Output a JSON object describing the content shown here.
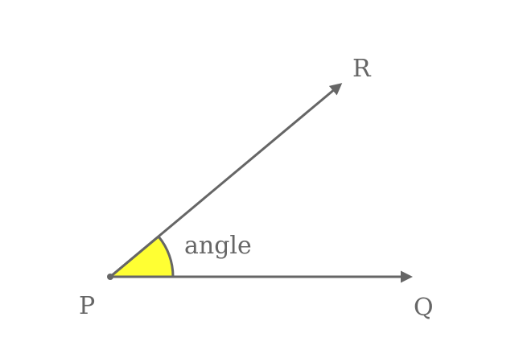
{
  "diagram": {
    "points": {
      "P": "P",
      "Q": "Q",
      "R": "R"
    },
    "angle_label": "angle",
    "colors": {
      "stroke": "#666666",
      "angle_fill": "#ffff33"
    }
  }
}
